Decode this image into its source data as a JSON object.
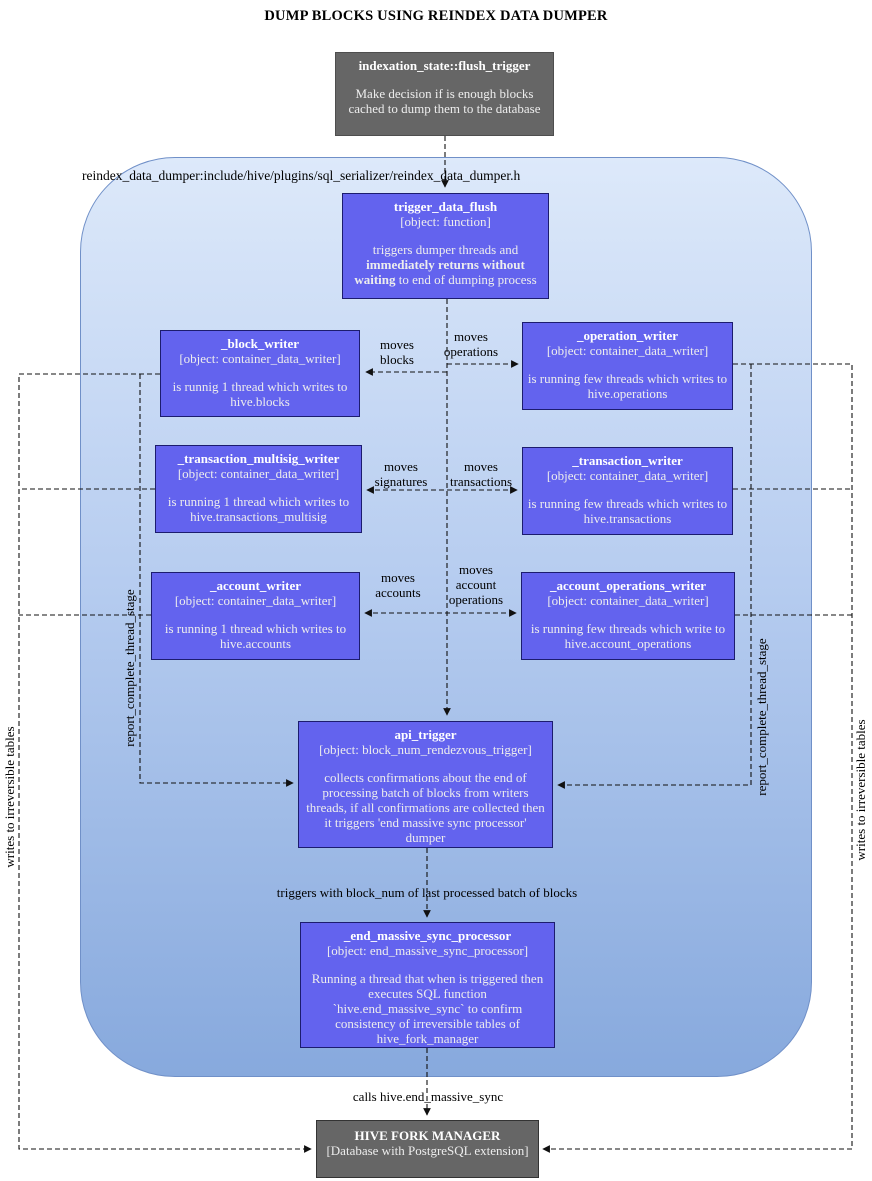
{
  "title": "DUMP BLOCKS USING REINDEX DATA DUMPER",
  "container_label": "reindex_data_dumper:include/hive/plugins/sql_serializer/reindex_data_dumper.h",
  "colors": {
    "node_fill": "#6363ee",
    "node_border": "#1c1c6e",
    "gray_box_fill": "#666666",
    "container_gradient_top": "#dde9fa",
    "container_gradient_bottom": "#87a9dd",
    "container_border": "#7090c8",
    "line_color": "#111111"
  },
  "flush_trigger": {
    "title": "indexation_state::flush_trigger",
    "body": "Make decision if is enough blocks cached to dump them to the database"
  },
  "nodes": {
    "trigger_data_flush": {
      "title": "trigger_data_flush",
      "object": "[object: function]",
      "body_pre": "triggers dumper threads and ",
      "body_bold": "immediately returns without waiting",
      "body_post": " to  end of dumping process"
    },
    "block_writer": {
      "title": "_block_writer",
      "object": "[object: container_data_writer]",
      "body": "is runnig 1 thread which writes to hive.blocks"
    },
    "operation_writer": {
      "title": "_operation_writer",
      "object": "[object: container_data_writer]",
      "body": "is running few threads which writes to hive.operations"
    },
    "transaction_multisig_writer": {
      "title": "_transaction_multisig_writer",
      "object": "[object: container_data_writer]",
      "body": "is running 1 thread which writes to hive.transactions_multisig"
    },
    "transaction_writer": {
      "title": "_transaction_writer",
      "object": "[object: container_data_writer]",
      "body": "is running few threads which writes to hive.transactions"
    },
    "account_writer": {
      "title": "_account_writer",
      "object": "[object: container_data_writer]",
      "body": "is running 1 thread which writes to hive.accounts"
    },
    "account_operations_writer": {
      "title": "_account_operations_writer",
      "object": "[object: container_data_writer]",
      "body": "is running few threads which write to hive.account_operations"
    },
    "api_trigger": {
      "title": "api_trigger",
      "object": "[object: block_num_rendezvous_trigger]",
      "body": "collects confirmations about the end of processing batch of blocks from writers threads, if all confirmations are collected then it triggers 'end massive sync processor' dumper"
    },
    "end_massive_sync_processor": {
      "title": "_end_massive_sync_processor",
      "object": "[object: end_massive_sync_processor]",
      "body": "Running a thread that when is triggered then executes SQL function `hive.end_massive_sync` to confirm consistency of irreversible tables of hive_fork_manager"
    }
  },
  "hive_fork_manager": {
    "title": "HIVE FORK MANAGER",
    "body": "[Database with PostgreSQL extension]"
  },
  "edge_labels": {
    "moves_blocks": "moves blocks",
    "moves_operations": "moves operations",
    "moves_signatures": "moves signatures",
    "moves_transactions": "moves transactions",
    "moves_accounts": "moves accounts",
    "moves_account_operations": "moves account operations",
    "triggers_with": "triggers with block_num of last processed batch of blocks",
    "calls": "calls hive.end_massive_sync",
    "report_left": "report_complete_thread_stage",
    "report_right": "report_complete_thread_stage",
    "writes_left": "writes to irreversible tables",
    "writes_right": "writes to irreversible tables"
  }
}
